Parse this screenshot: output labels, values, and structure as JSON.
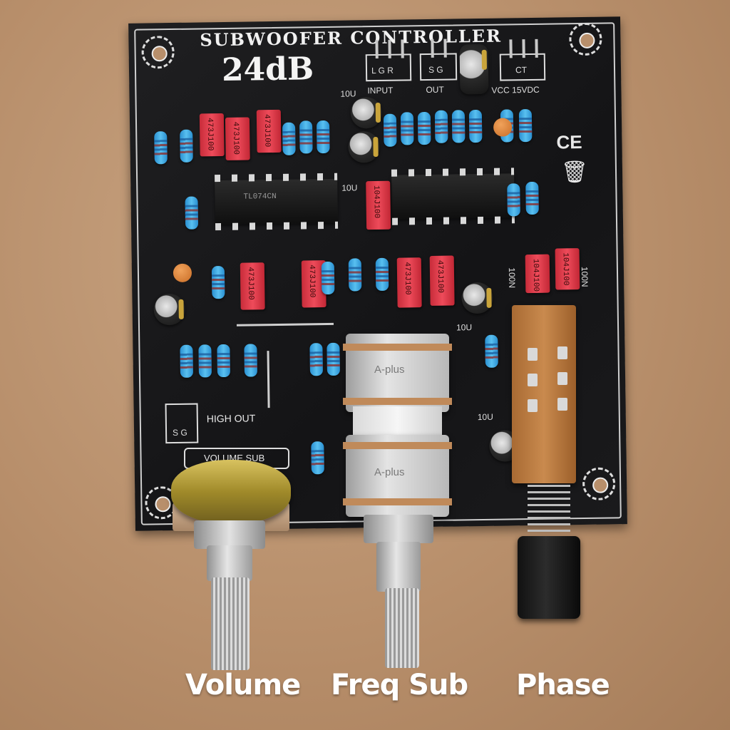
{
  "board": {
    "title": "SUBWOOFER CONTROLLER",
    "gain": "24dB",
    "headers": [
      {
        "label": "INPUT",
        "pins": "L G R"
      },
      {
        "label": "OUT",
        "pins": "S G"
      },
      {
        "label": "VCC 15VDC",
        "pins": "CT"
      }
    ],
    "high_out": "HIGH OUT",
    "high_out_pins": "S G",
    "volume_sub": "VOLUME SUB",
    "ce_mark": "CE",
    "cap_labels": [
      "473J100",
      "104J100"
    ],
    "ic_text": "TL074CN",
    "cap_values": [
      "10U",
      "100N"
    ],
    "pot_brand": "A-plus"
  },
  "labels": {
    "volume": "Volume",
    "freq_sub": "Freq Sub",
    "phase": "Phase"
  },
  "colors": {
    "pcb": "#161618",
    "background": "#b88f6b",
    "resistor": "#3aa3dd",
    "film_cap": "#d9303f",
    "label_text": "#ffffff"
  }
}
